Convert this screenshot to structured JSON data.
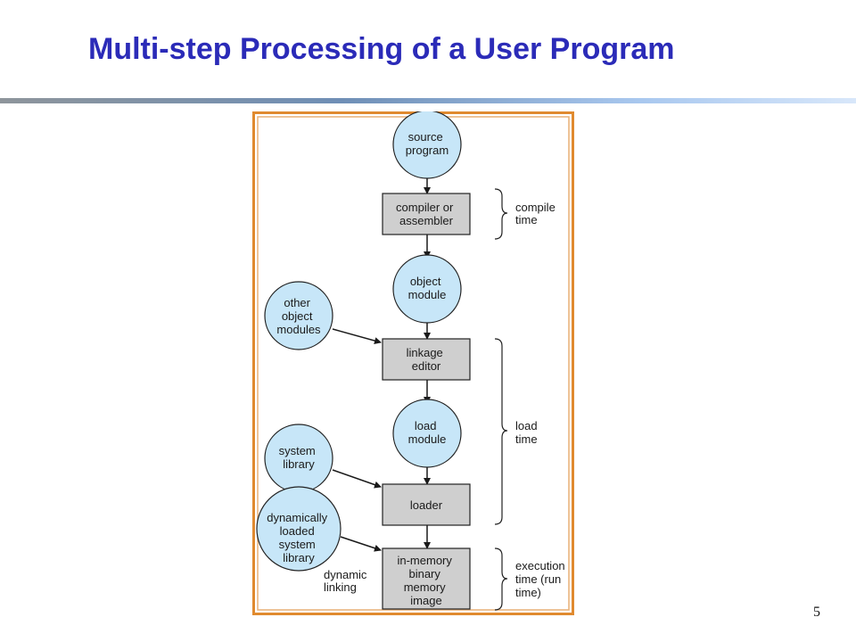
{
  "title": "Multi-step Processing of a User Program",
  "page_number": "5",
  "diagram": {
    "nodes": {
      "source_program": [
        "source",
        "program"
      ],
      "compiler": [
        "compiler or",
        "assembler"
      ],
      "object_module": [
        "object",
        "module"
      ],
      "other_object_modules": [
        "other",
        "object",
        "modules"
      ],
      "linkage_editor": [
        "linkage",
        "editor"
      ],
      "load_module": [
        "load",
        "module"
      ],
      "system_library": [
        "system",
        "library"
      ],
      "loader": [
        "loader"
      ],
      "dynamic_system_library": [
        "dynamically",
        "loaded",
        "system",
        "library"
      ],
      "in_memory_image": [
        "in-memory",
        "binary",
        "memory",
        "image"
      ]
    },
    "labels": {
      "dynamic_linking": [
        "dynamic",
        "linking"
      ],
      "compile_time": [
        "compile",
        "time"
      ],
      "load_time": [
        "load",
        "time"
      ],
      "execution_time": [
        "execution",
        "time (run",
        "time)"
      ]
    },
    "colors": {
      "circle_fill": "#c7e6f8",
      "box_fill": "#cfcfcf",
      "frame_outer": "#e08a2f",
      "frame_inner": "#e8b077",
      "title": "#2b2bb8"
    }
  }
}
